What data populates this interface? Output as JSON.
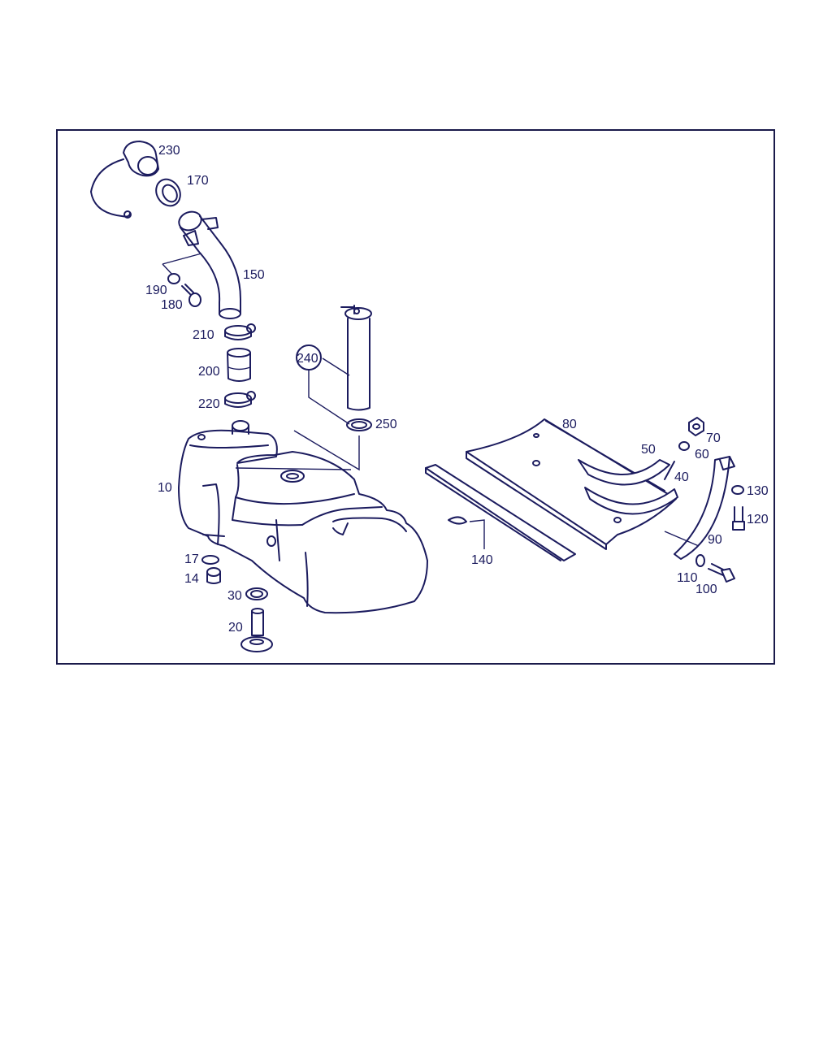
{
  "diagram": {
    "colors": {
      "line": "#1b1b5e",
      "frame": "#1a1a4a",
      "background": "#ffffff"
    },
    "callouts": {
      "p230": "230",
      "p170": "170",
      "p150": "150",
      "p190": "190",
      "p180": "180",
      "p210": "210",
      "p200": "200",
      "p220": "220",
      "p240": "240",
      "p250": "250",
      "p10": "10",
      "p17": "17",
      "p14": "14",
      "p30": "30",
      "p20": "20",
      "p80": "80",
      "p50": "50",
      "p40": "40",
      "p70": "70",
      "p60": "60",
      "p130": "130",
      "p120": "120",
      "p90": "90",
      "p110": "110",
      "p100": "100",
      "p140": "140"
    }
  }
}
